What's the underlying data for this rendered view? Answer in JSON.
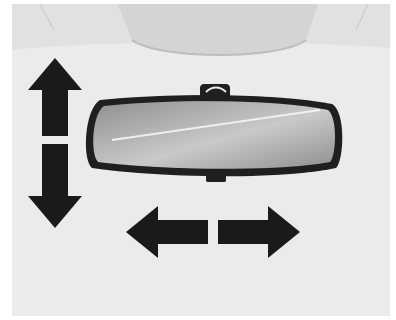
{
  "illustration": {
    "subject": "interior-rearview-mirror",
    "colors": {
      "page": "#ffffff",
      "background": "#ebebeb",
      "ceiling": "#e1e1e1",
      "console": "#d4d4d4",
      "mirror_frame": "#1f1f1f",
      "mirror_glass_light": "#c9c9c9",
      "mirror_glass_dark": "#8f8f8f",
      "arrow": "#1a1a1a"
    },
    "arrows": [
      {
        "name": "up-arrow",
        "direction": "up"
      },
      {
        "name": "down-arrow",
        "direction": "down"
      },
      {
        "name": "left-arrow",
        "direction": "left"
      },
      {
        "name": "right-arrow",
        "direction": "right"
      }
    ]
  }
}
